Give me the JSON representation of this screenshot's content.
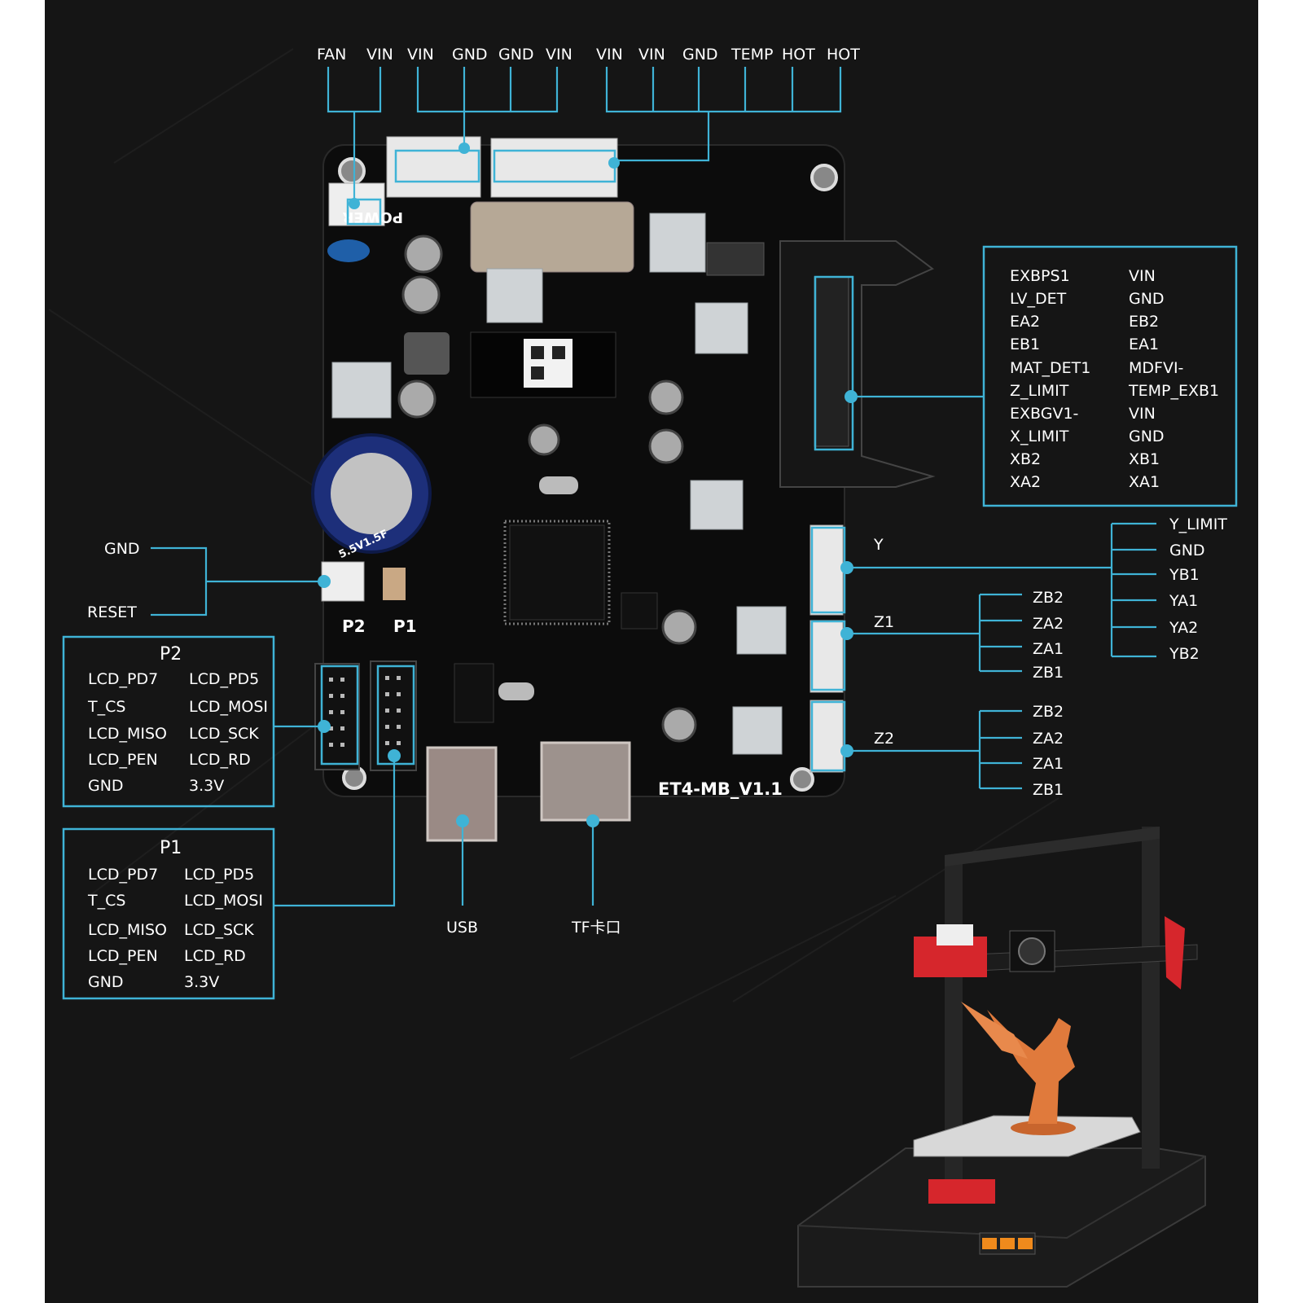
{
  "top_header": {
    "pins": [
      "FAN",
      "VIN",
      "VIN",
      "GND",
      "GND",
      "VIN",
      "VIN",
      "VIN",
      "GND",
      "TEMP",
      "HOT",
      "HOT"
    ]
  },
  "right_connector_box": {
    "left_column": [
      "EXBPS1",
      "LV_DET",
      "EA2",
      "EB1",
      "MAT_DET1",
      "Z_LIMIT",
      "EXBGV1-",
      "X_LIMIT",
      "XB2",
      "XA2"
    ],
    "right_column": [
      "VIN",
      "GND",
      "EB2",
      "EA1",
      "MDFVI-",
      "TEMP_EXB1",
      "VIN",
      "GND",
      "XB1",
      "XA1"
    ]
  },
  "y_connector": {
    "label": "Y",
    "pins": [
      "Y_LIMIT",
      "GND",
      "YB1",
      "YA1",
      "YA2",
      "YB2"
    ]
  },
  "z1_connector": {
    "label": "Z1",
    "pins": [
      "ZB2",
      "ZA2",
      "ZA1",
      "ZB1"
    ]
  },
  "z2_connector": {
    "label": "Z2",
    "pins": [
      "ZB2",
      "ZA2",
      "ZA1",
      "ZB1"
    ]
  },
  "reset_connector": {
    "gnd": "GND",
    "reset": "RESET"
  },
  "p2_box": {
    "title": "P2",
    "left_column": [
      "LCD_PD7",
      "T_CS",
      "LCD_MISO",
      "LCD_PEN",
      "GND"
    ],
    "right_column": [
      "LCD_PD5",
      "LCD_MOSI",
      "LCD_SCK",
      "LCD_RD",
      "3.3V"
    ]
  },
  "p1_box": {
    "title": "P1",
    "left_column": [
      "LCD_PD7",
      "T_CS",
      "LCD_MISO",
      "LCD_PEN",
      "GND"
    ],
    "right_column": [
      "LCD_PD5",
      "LCD_MOSI",
      "LCD_SCK",
      "LCD_RD",
      "3.3V"
    ]
  },
  "board_silkscreen": {
    "board_name": "ET4-MB_V1.1",
    "p2": "P2",
    "p1": "P1",
    "power": "POWER",
    "capacitor": "5.5V1.5F"
  },
  "bottom_labels": {
    "usb": "USB",
    "tf": "TF卡口"
  },
  "colors": {
    "accent": "#3fb3d6",
    "background": "#151515",
    "pcb": "#0c0c0c",
    "printer_red": "#d6262c",
    "print_orange": "#e07a3c"
  }
}
